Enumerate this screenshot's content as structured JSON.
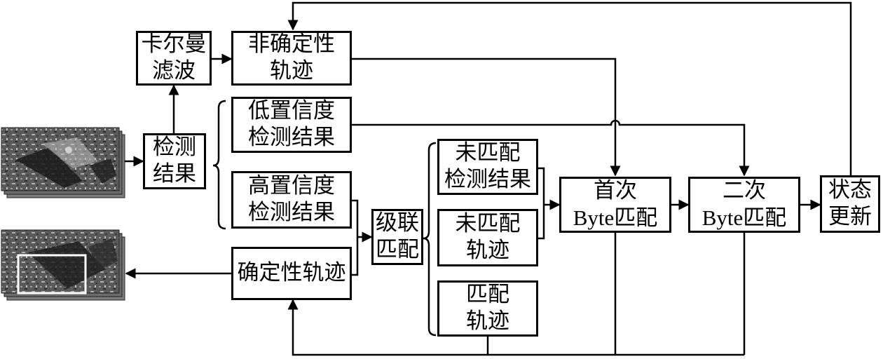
{
  "nodes": {
    "kalman": {
      "line1": "卡尔曼",
      "line2": "滤波"
    },
    "uncertain_track": {
      "line1": "非确定性",
      "line2": "轨迹"
    },
    "detection_result": {
      "line1": "检测",
      "line2": "结果"
    },
    "low_conf": {
      "line1": "低置信度",
      "line2": "检测结果"
    },
    "high_conf": {
      "line1": "高置信度",
      "line2": "检测结果"
    },
    "certain_track": {
      "line1": "确定性轨迹"
    },
    "cascade_match": {
      "line1": "级联",
      "line2": "匹配"
    },
    "unmatched_detection": {
      "line1": "未匹配",
      "line2": "检测结果"
    },
    "unmatched_track": {
      "line1": "未匹配",
      "line2": "轨迹"
    },
    "matched_track": {
      "line1": "匹配",
      "line2": "轨迹"
    },
    "first_byte": {
      "line1": "首次",
      "line2": "Byte匹配"
    },
    "second_byte": {
      "line1": "二次",
      "line2": "Byte匹配"
    },
    "state_update": {
      "line1": "状态",
      "line2": "更新"
    }
  },
  "colors": {
    "line": "#000000",
    "tracking_box": "#ffffff"
  }
}
